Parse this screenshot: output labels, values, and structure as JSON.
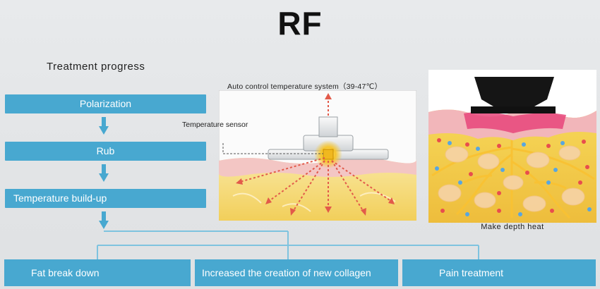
{
  "title": "RF",
  "progress_heading": "Treatment progress",
  "steps": {
    "polarization": "Polarization",
    "rub": "Rub",
    "temperature": "Temperature build-up"
  },
  "outcomes": {
    "fat": "Fat break down",
    "collagen": "Increased the creation of new collagen",
    "pain": "Pain treatment"
  },
  "illustration": {
    "auto_control": "Auto control temperature system（39-47℃）",
    "sensor": "Temperature sensor",
    "depth": "Make depth heat"
  },
  "colors": {
    "step_blue": "#48a8d0",
    "connector_blue": "#7ec3df",
    "skin_pink": "#f3c6c4",
    "fat_yellow": "#f5dc6a"
  }
}
